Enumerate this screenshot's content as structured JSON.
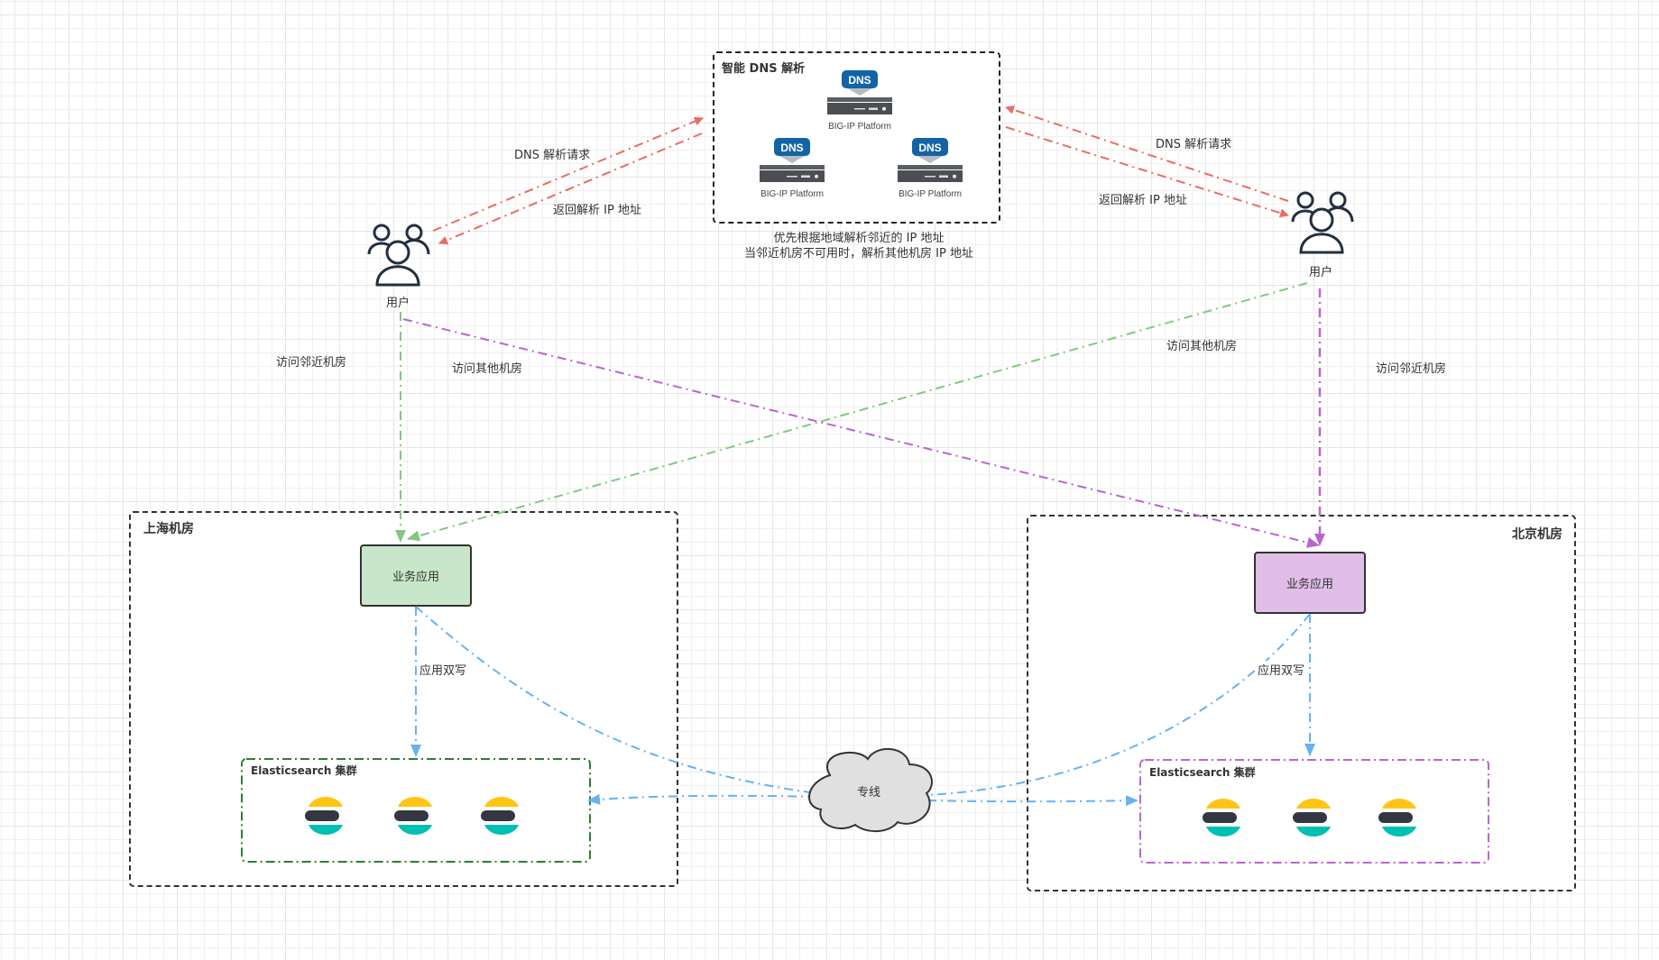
{
  "dns_group": {
    "title": "智能 DNS 解析",
    "servers": [
      {
        "badge": "DNS",
        "label": "BIG-IP Platform"
      },
      {
        "badge": "DNS",
        "label": "BIG-IP Platform"
      },
      {
        "badge": "DNS",
        "label": "BIG-IP Platform"
      }
    ],
    "caption_line1": "优先根据地域解析邻近的 IP 地址",
    "caption_line2": "当邻近机房不可用时，解析其他机房 IP 地址"
  },
  "users": {
    "left": {
      "label": "用户"
    },
    "right": {
      "label": "用户"
    }
  },
  "edge_labels": {
    "left_dns_request": "DNS 解析请求",
    "left_dns_return": "返回解析 IP 地址",
    "right_dns_request": "DNS 解析请求",
    "right_dns_return": "返回解析 IP 地址",
    "left_visit_near": "访问邻近机房",
    "left_visit_other": "访问其他机房",
    "right_visit_other": "访问其他机房",
    "right_visit_near": "访问邻近机房",
    "sh_dual_write": "应用双写",
    "bj_dual_write": "应用双写"
  },
  "rooms": {
    "shanghai": {
      "title": "上海机房",
      "app_label": "业务应用",
      "cluster_title": "Elasticsearch 集群",
      "nodes": [
        "elasticsearch-node",
        "elasticsearch-node",
        "elasticsearch-node"
      ]
    },
    "beijing": {
      "title": "北京机房",
      "app_label": "业务应用",
      "cluster_title": "Elasticsearch 集群",
      "nodes": [
        "elasticsearch-node",
        "elasticsearch-node",
        "elasticsearch-node"
      ]
    }
  },
  "link": {
    "label": "专线"
  },
  "colors": {
    "dns_edges": "#ea6b66",
    "near_green": "#82c882",
    "other_purple": "#b966cc",
    "replication_blue": "#66b2f2",
    "sh_app_fill": "#c8e6c9",
    "bj_app_fill": "#e1bee7",
    "sh_cluster_border": "#2e7d32",
    "bj_cluster_border": "#b966cc",
    "cloud_fill": "#e0e0e0",
    "dns_badge": "#1464a5",
    "es_yellow": "#fec514",
    "es_dark": "#343741",
    "es_teal": "#00bfb3"
  }
}
